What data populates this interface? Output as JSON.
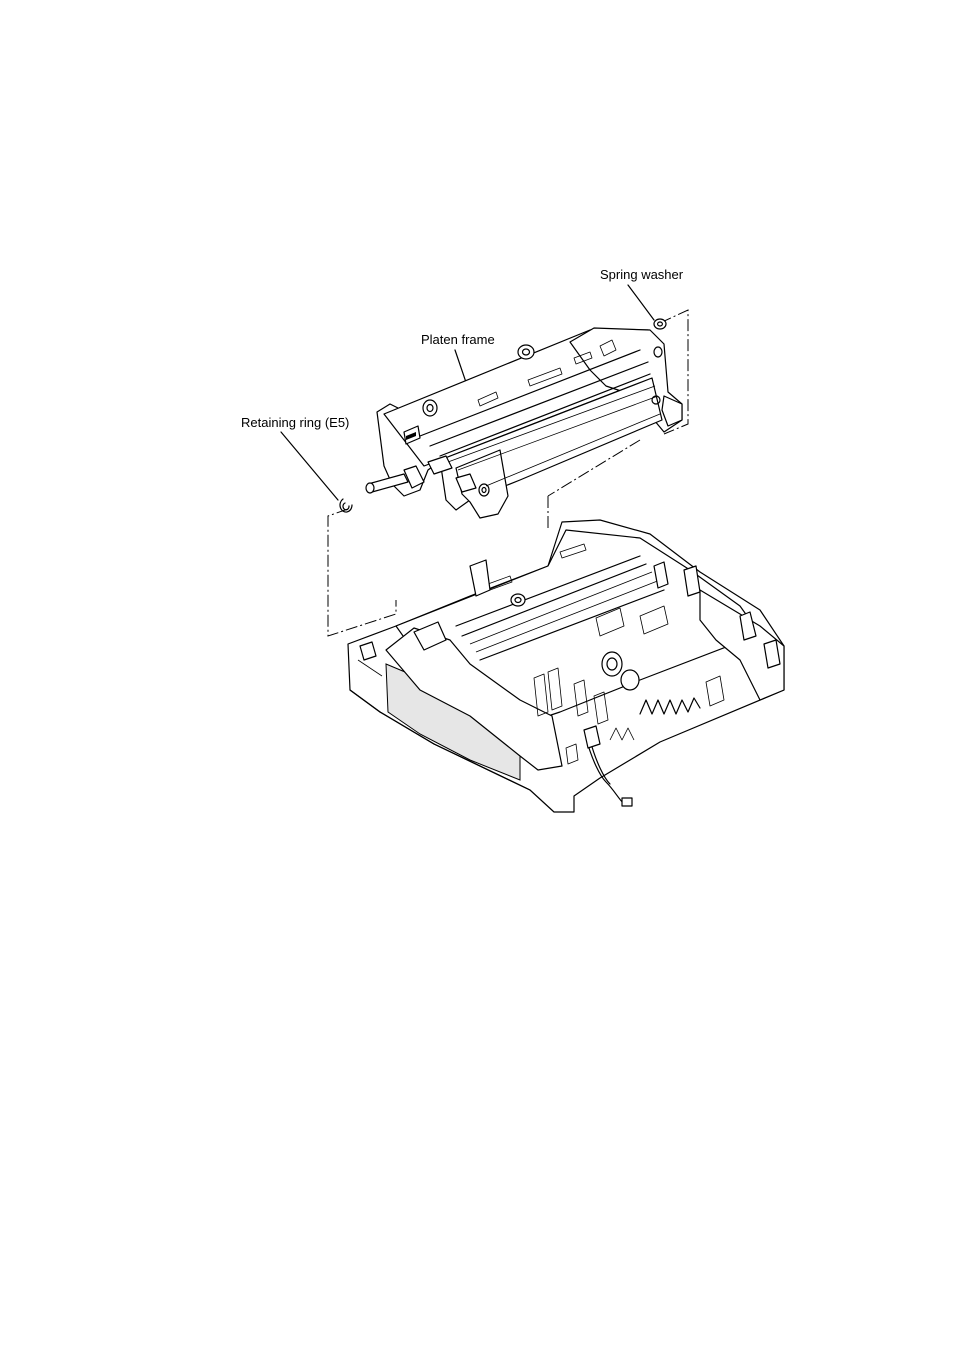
{
  "diagram": {
    "labels": {
      "spring_washer": "Spring washer",
      "platen_frame": "Platen frame",
      "retaining_ring": "Retaining ring (E5)"
    }
  }
}
